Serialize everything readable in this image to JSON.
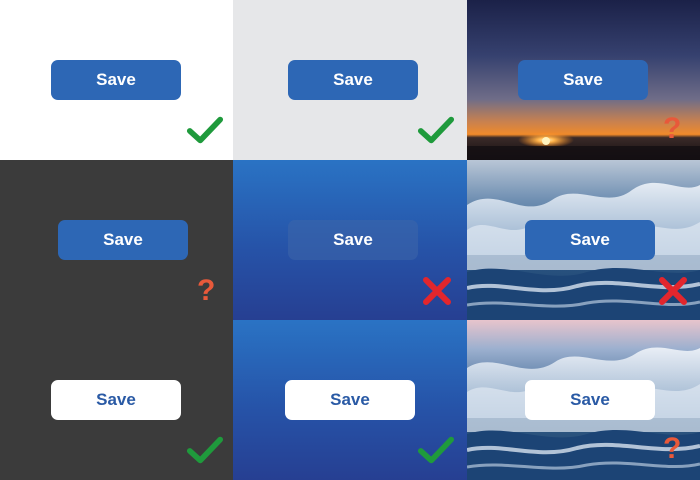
{
  "buttons": {
    "label": "Save"
  },
  "marks": {
    "question": "?"
  },
  "colors": {
    "button_blue": "#2d67b5",
    "button_text_blue": "#2a5aa5",
    "check_green": "#1f9a3c",
    "cross_red": "#e2262d",
    "question_orange": "#e8593a",
    "panel_gray": "#e6e7e9",
    "panel_dark": "#3b3b3b"
  },
  "cells": [
    {
      "background": "white",
      "button_style": "blue",
      "verdict": "check-icon"
    },
    {
      "background": "light-gray",
      "button_style": "blue",
      "verdict": "check-icon"
    },
    {
      "background": "sunset-photo",
      "button_style": "blue",
      "verdict": "question-mark"
    },
    {
      "background": "dark-gray",
      "button_style": "blue",
      "verdict": "question-mark"
    },
    {
      "background": "blue-gradient",
      "button_style": "translucent-blue",
      "verdict": "cross-icon"
    },
    {
      "background": "ocean-waves-photo",
      "button_style": "blue",
      "verdict": "cross-icon"
    },
    {
      "background": "dark-gray",
      "button_style": "white",
      "verdict": "check-icon"
    },
    {
      "background": "blue-gradient",
      "button_style": "white",
      "verdict": "check-icon"
    },
    {
      "background": "ocean-waves-photo",
      "button_style": "white",
      "verdict": "question-mark"
    }
  ]
}
